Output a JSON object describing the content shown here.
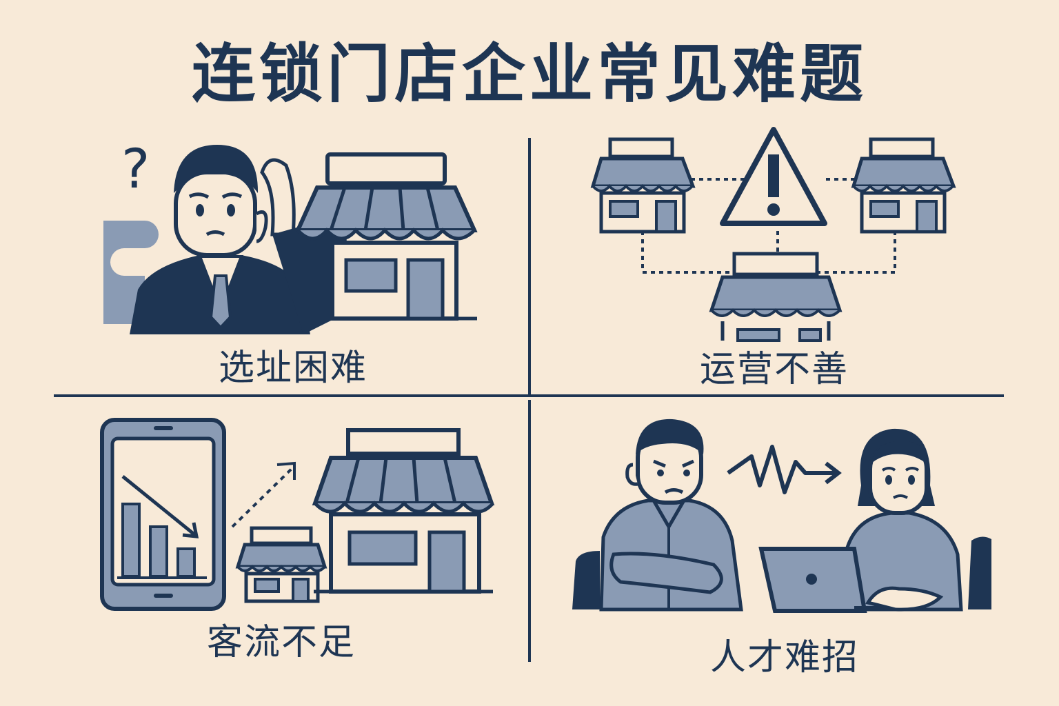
{
  "title": "连锁门店企业常见难题",
  "colors": {
    "background": "#f8ead8",
    "navy": "#1e3553",
    "slate": "#8a9bb4",
    "light": "#f8ead8"
  },
  "panels": [
    {
      "label": "选址困难",
      "icons": [
        "confused-businessman-icon",
        "question-mark-icon",
        "storefront-icon"
      ]
    },
    {
      "label": "运营不善",
      "icons": [
        "warning-triangle-icon",
        "storefront-icon",
        "dotted-connection-lines"
      ]
    },
    {
      "label": "客流不足",
      "icons": [
        "tablet-declining-chart-icon",
        "dotted-arrow-icon",
        "small-store-icon",
        "large-store-icon"
      ]
    },
    {
      "label": "人才难招",
      "icons": [
        "frustrated-man-arms-crossed-icon",
        "zigzag-arrow-icon",
        "worried-woman-laptop-icon"
      ]
    }
  ]
}
